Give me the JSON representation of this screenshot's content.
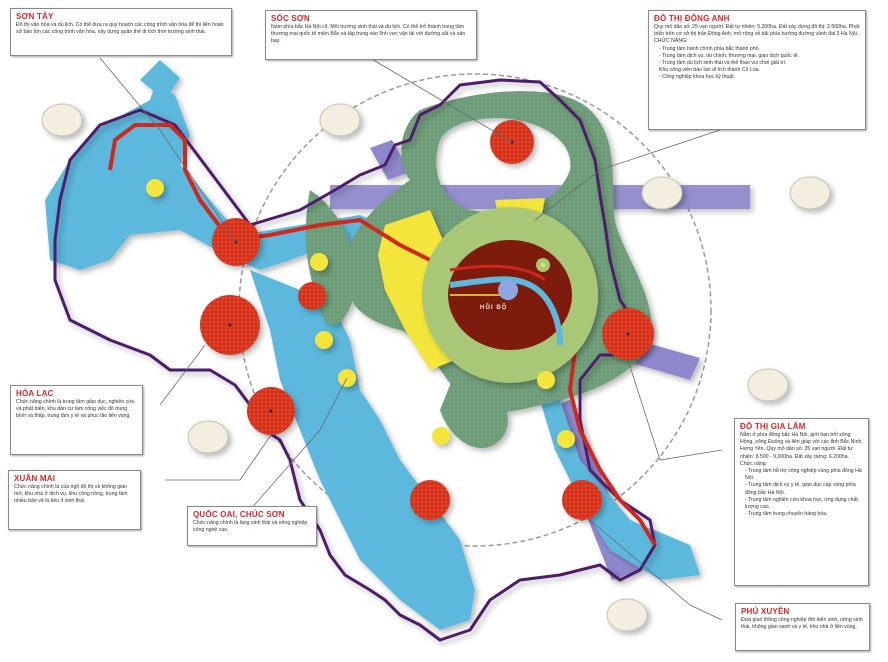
{
  "map": {
    "title": "Hà Nội regional planning infographic",
    "center_label": "HỒI BỘ",
    "colors": {
      "river": "#5bb8dc",
      "green_belt": "#6e9c78",
      "ring_light_green": "#a9c877",
      "core_dark_red": "#7d1a10",
      "urban_node_red": "#d6321e",
      "yellow_zone": "#f3e53b",
      "highway_purple": "#8d88cc",
      "boundary_purple": "#4d1d6b",
      "satellite_beige": "#f4eee0",
      "callout_title_red": "#d5262c"
    }
  },
  "callouts": {
    "son_tay": {
      "title": "SƠN TÂY",
      "body": "Đô thị văn hóa và du lịch. Có thể đưa ra quy hoạch các công trình văn hóa để thi liên hoàn sử bảo tồn các công trình văn hóa, xây dựng quần thể di tích thời trường sinh thái."
    },
    "soc_son": {
      "title": "SÓC SƠN",
      "body": "Nam phía bắc Hà Nội cũ. Môi trường sinh thái và du lịch. Có thể trở thành trung tâm thương mại quốc tế miền Bắc và tập trung vào lĩnh vực vận tải với đường sắt và sân bay."
    },
    "dong_anh": {
      "title": "ĐÔ THỊ ĐÔNG ANH",
      "body": "Quy mô dân số: 25 vạn người. Đất tự nhiên: 5.200ha. Đất xây dựng đô thị: 2.500ha. Phát triển trên cơ sở thị trấn Đông Anh, mở rộng về bãi phía hướng đường vành đai 3 Hà Nội.",
      "functions_label": "CHỨC NĂNG:",
      "functions": [
        "- Trung tâm hành chính phía bắc thành phố.",
        "- Trung tâm dịch vụ, tài chính, thương mại, giao dịch quốc tế.",
        "- Trung tâm du lịch sinh thái và thể thao vui chơi giải trí.",
        "  Khu công viên bảo tàn di tích thành Cổ Loa.",
        "- Công nghiệp khoa học kỹ thuật."
      ]
    },
    "hoa_lac": {
      "title": "HÒA LẠC",
      "body": "Chức năng chính là trung tâm giáo dục, nghiên cứu và phát triển, khu dân cư làm công việc đô trung bình và thấp, trung tâm y tế và phục lão liên vùng."
    },
    "xuan_mai": {
      "title": "XUÂN MAI",
      "body": "Chức năng chính là của ngõ đô thị và không gian mở, khu nhà ở dịch vụ, khu công nông, trung tâm nhiều bảo vệ là tiêu ít sinh thái."
    },
    "quoc_oai": {
      "title": "QUỐC OAI, CHÚC SƠN",
      "body": "Chức năng chính là làng sinh thái và nông nghiệp công nghệ cao."
    },
    "gia_lam": {
      "title": "ĐÔ THỊ GIA LÂM",
      "body": "Nằm ở phía đông bắc Hà Nội, giới hạn bởi sông Hồng, sông Đuống và liên giáp với các tỉnh Bắc Ninh, Hưng Yên. Quy mô dân số: 35 vạn người. Đất tự nhiên: 8.500 - 9.000ha. Đất xây dựng: 6.200ha.",
      "functions_label": "Chức năng:",
      "functions": [
        "- Trung tâm hỗ trợ công nghiệp vùng phía đông Hà Nội.",
        "- Trung tâm dịch vụ y tế, giáo dục cấp vùng phía đông bắc Hà Nội.",
        "- Trung tâm nghiên cứu khoa học, ứng dụng chất lượng cao.",
        "- Trung tâm trung chuyển hàng hóa."
      ]
    },
    "phu_xuyen": {
      "title": "PHÚ XUYÊN",
      "body": "Đưa giao thông công nghiệp đời kiến sinh, nông sinh thái, không gian xanh và y tế, khu nhà ở liên vùng."
    }
  }
}
